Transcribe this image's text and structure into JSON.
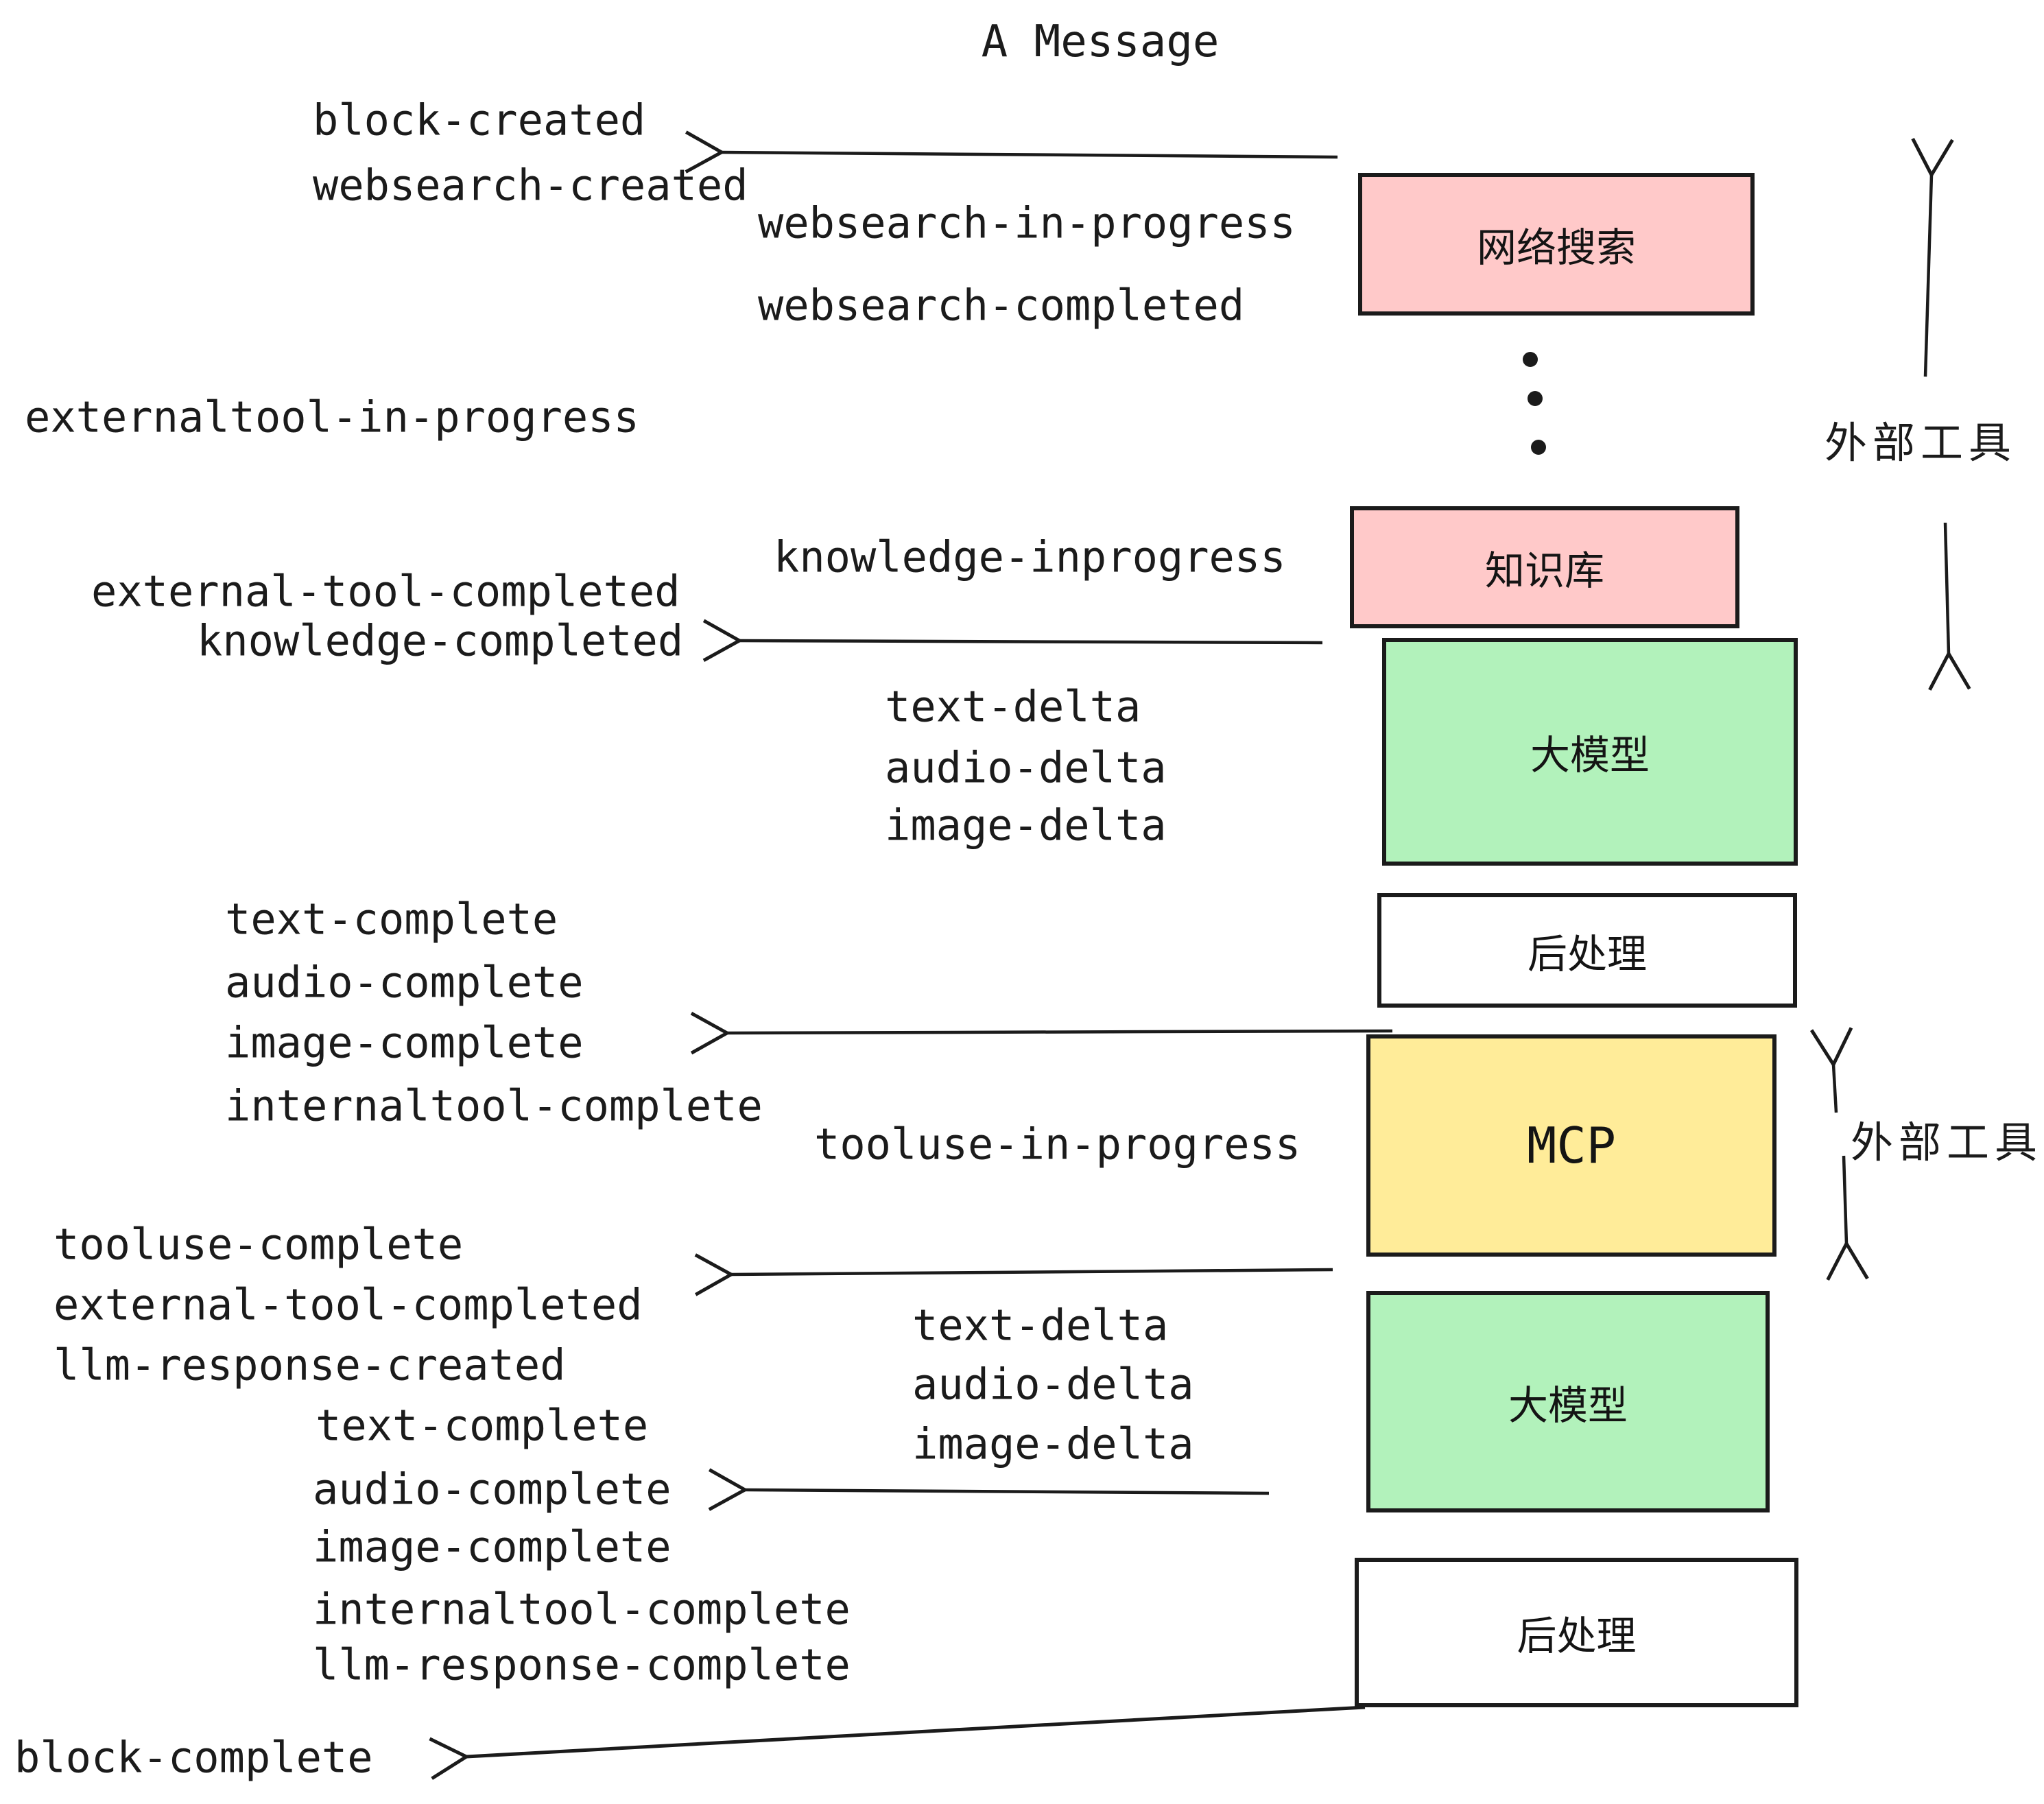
{
  "title": "A Message",
  "events": {
    "block_created": "block-created",
    "websearch_created": "websearch-created",
    "websearch_in_progress": "websearch-in-progress",
    "websearch_completed": "websearch-completed",
    "externaltool_in_progress": "externaltool-in-progress",
    "knowledge_inprogress": "knowledge-inprogress",
    "external_tool_completed_1": "external-tool-completed",
    "knowledge_completed": "knowledge-completed",
    "text_delta_1": "text-delta",
    "audio_delta_1": "audio-delta",
    "image_delta_1": "image-delta",
    "text_complete_1": "text-complete",
    "audio_complete_1": "audio-complete",
    "image_complete_1": "image-complete",
    "internaltool_complete_1": "internaltool-complete",
    "tooluse_in_progress": "tooluse-in-progress",
    "tooluse_complete": "tooluse-complete",
    "external_tool_completed_2": "external-tool-completed",
    "llm_response_created": "llm-response-created",
    "text_complete_2": "text-complete",
    "audio_complete_2": "audio-complete",
    "image_delta_2": "image-delta",
    "text_delta_2": "text-delta",
    "audio_delta_2": "audio-delta",
    "image_complete_2": "image-complete",
    "internaltool_complete_2": "internaltool-complete",
    "llm_response_complete": "llm-response-complete",
    "block_complete": "block-complete"
  },
  "boxes": {
    "web_search": "网络搜索",
    "knowledge_base": "知识库",
    "llm_1": "大模型",
    "post_process_1": "后处理",
    "mcp": "MCP",
    "llm_2": "大模型",
    "post_process_2": "后处理"
  },
  "annotations": {
    "external_tools_1": "外部工具",
    "external_tools_2": "外部工具"
  },
  "colors": {
    "pink": "#ffc9c9",
    "green": "#b2f2bb",
    "yellow": "#ffec99",
    "white": "#ffffff",
    "stroke": "#1b1b1b"
  }
}
